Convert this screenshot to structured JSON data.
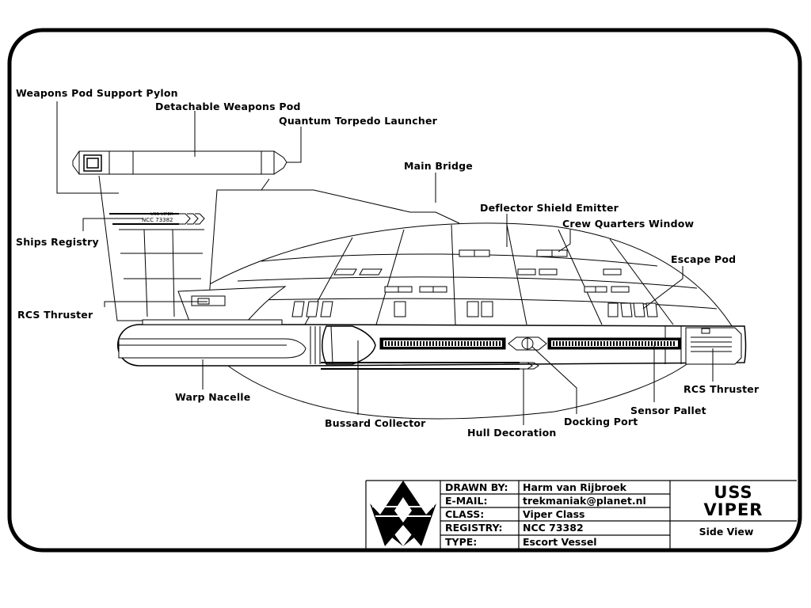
{
  "labels": {
    "weapons_pod_support_pylon": "Weapons Pod Support Pylon",
    "detachable_weapons_pod": "Detachable Weapons Pod",
    "quantum_torpedo_launcher": "Quantum Torpedo Launcher",
    "main_bridge": "Main Bridge",
    "deflector_shield_emitter": "Deflector Shield Emitter",
    "crew_quarters_window": "Crew Quarters Window",
    "ships_registry": "Ships Registry",
    "escape_pod": "Escape Pod",
    "rcs_thruster_left": "RCS Thruster",
    "rcs_thruster_right": "RCS Thruster",
    "warp_nacelle": "Warp Nacelle",
    "bussard_collector": "Bussard Collector",
    "hull_decoration": "Hull Decoration",
    "docking_port": "Docking Port",
    "sensor_pallet": "Sensor Pallet"
  },
  "hull_markings": {
    "registry": "NCC 73382",
    "name_small": "USS VIPER"
  },
  "title_block": {
    "rows": [
      {
        "key": "DRAWN BY:",
        "value": "Harm van Rijbroek"
      },
      {
        "key": "E-MAIL:",
        "value": "trekmaniak@planet.nl"
      },
      {
        "key": "CLASS:",
        "value": "Viper Class"
      },
      {
        "key": "REGISTRY:",
        "value": "NCC 73382"
      },
      {
        "key": "TYPE:",
        "value": "Escort Vessel"
      }
    ],
    "ship_name_line1": "USS",
    "ship_name_line2": "VIPER",
    "view": "Side View"
  },
  "colors": {
    "ink": "#000000",
    "paper": "#ffffff"
  }
}
